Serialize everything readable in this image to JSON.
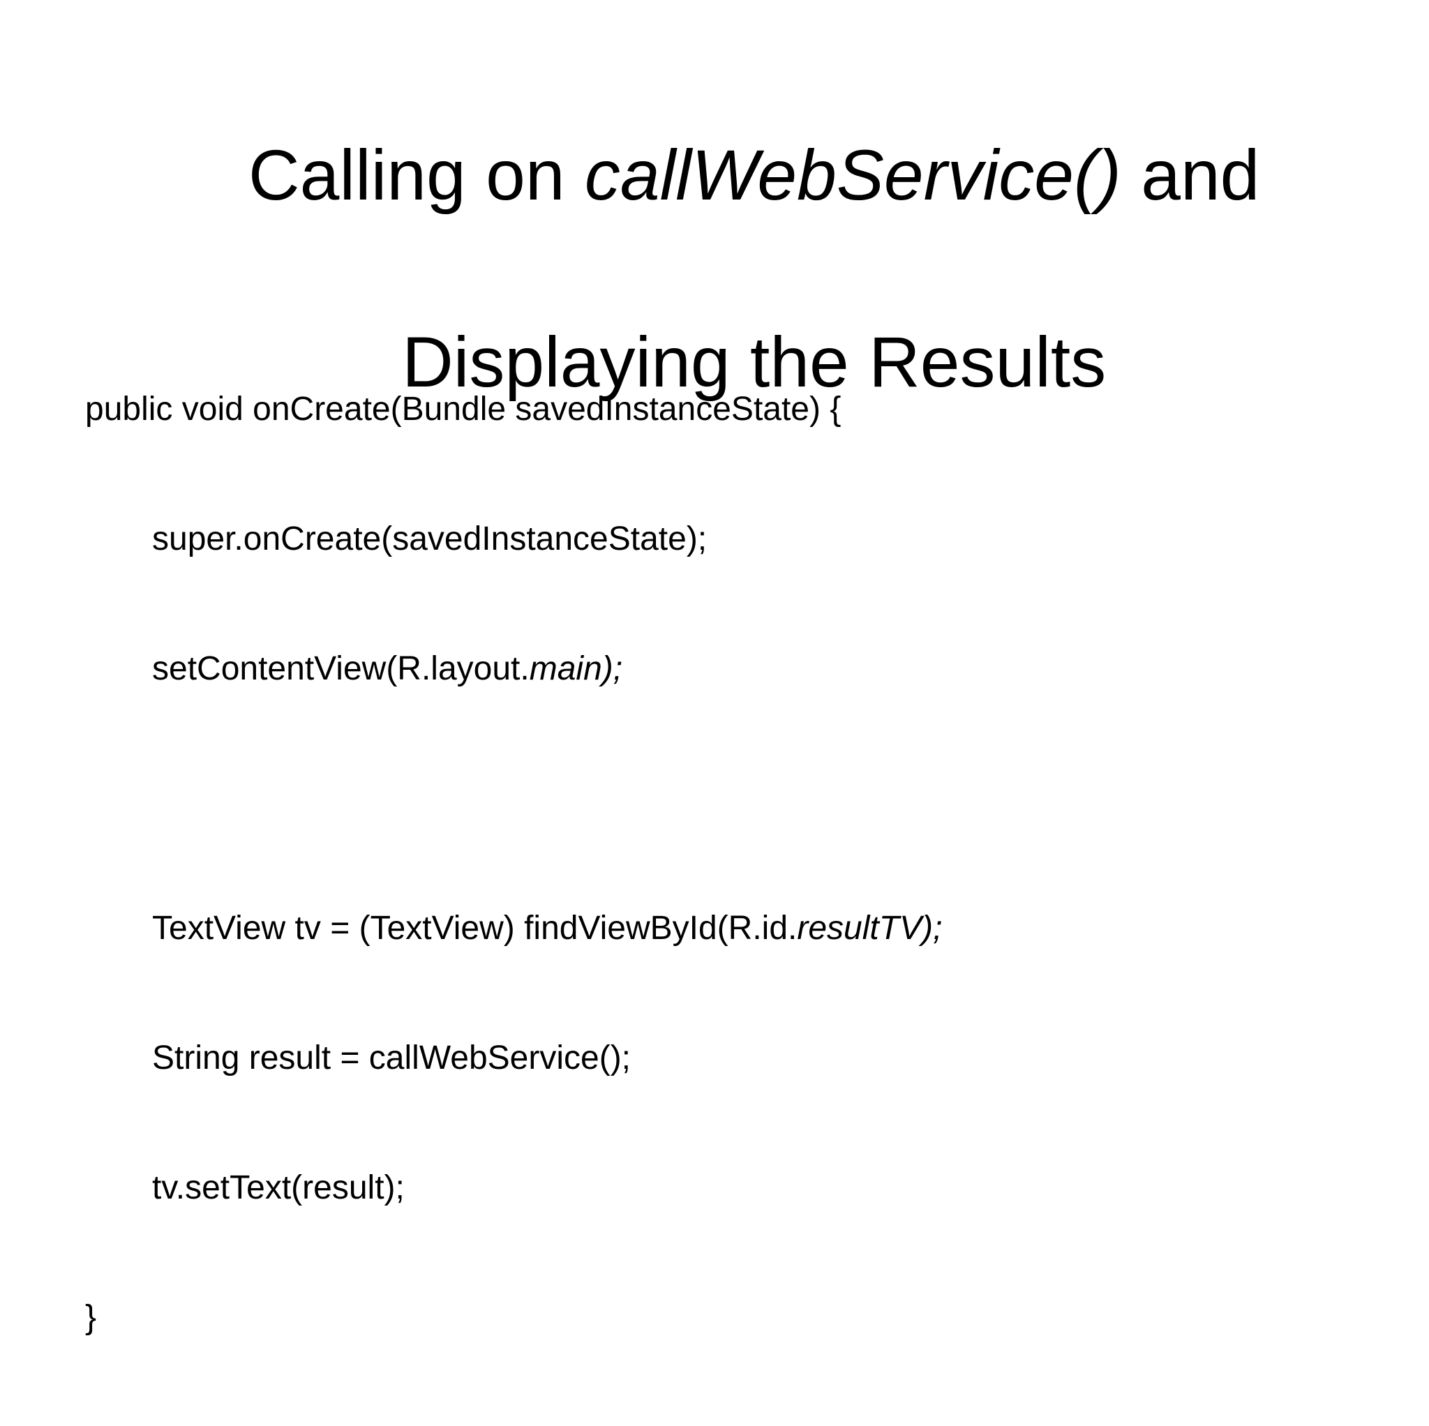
{
  "colors": {
    "background": "#ffffff",
    "text": "#000000"
  },
  "title": {
    "line1": {
      "pre": "Calling on ",
      "italic": "callWebService()",
      "post": " and"
    },
    "line2": "Displaying the Results"
  },
  "code": {
    "lines": [
      {
        "indent": 0,
        "pre": "public void onCreate(Bundle savedInstanceState) {",
        "italic": ""
      },
      {
        "indent": 1,
        "pre": "super.onCreate(savedInstanceState);",
        "italic": ""
      },
      {
        "indent": 1,
        "pre": "setContentView(R.layout.",
        "italic": "main);"
      },
      {
        "indent": 0,
        "pre": "",
        "italic": ""
      },
      {
        "indent": 1,
        "pre": "TextView tv = (TextView) findViewById(R.id.",
        "italic": "resultTV);"
      },
      {
        "indent": 1,
        "pre": "String result = callWebService();",
        "italic": ""
      },
      {
        "indent": 1,
        "pre": "tv.setText(result);",
        "italic": ""
      },
      {
        "indent": 0,
        "pre": "}",
        "italic": ""
      }
    ]
  }
}
